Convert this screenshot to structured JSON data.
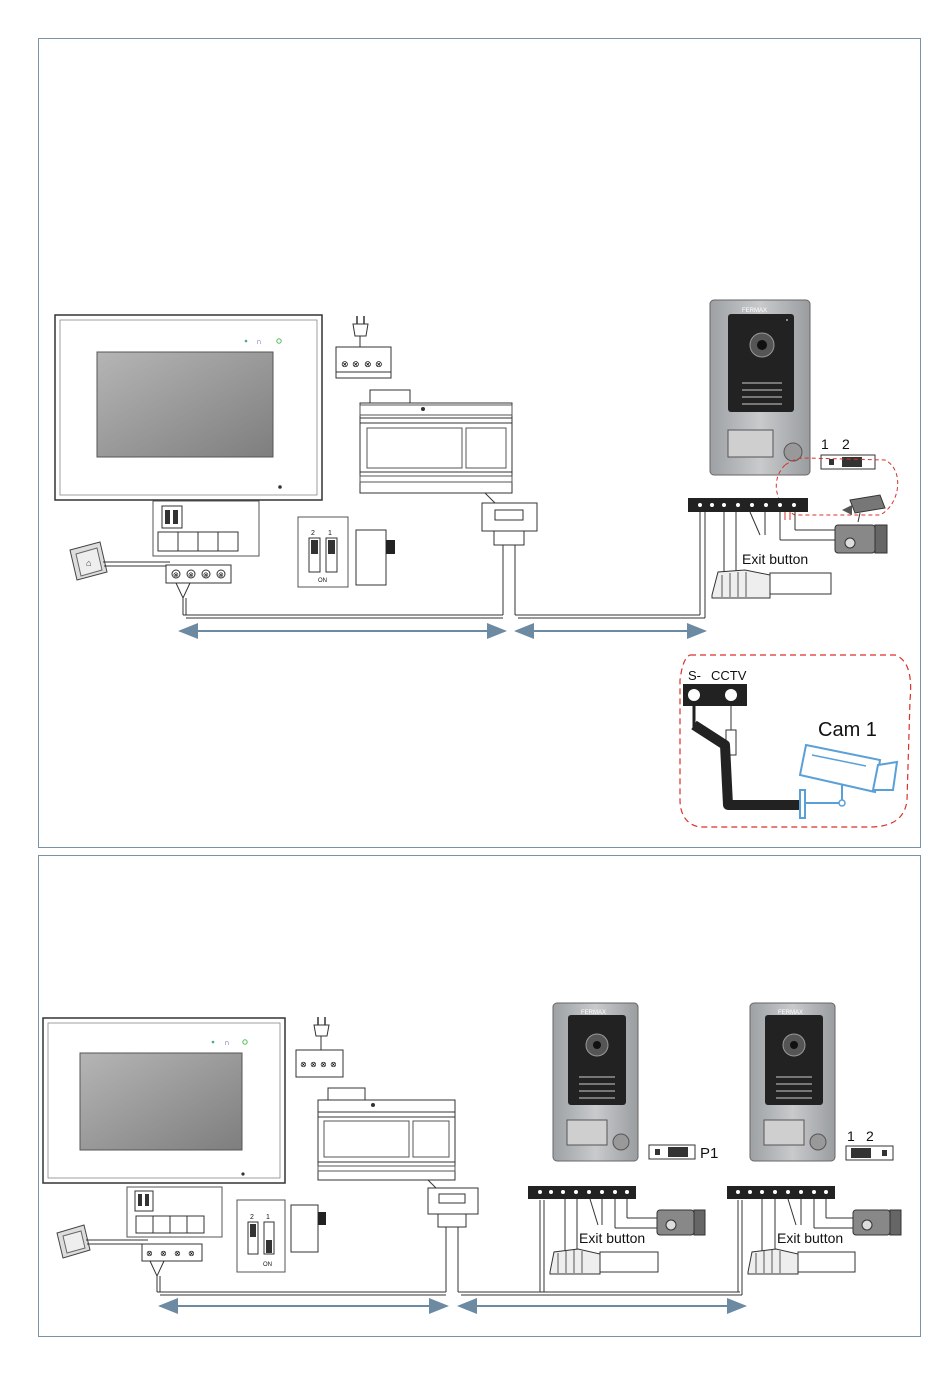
{
  "diagram_top": {
    "switch_numbers": [
      "1",
      "2"
    ],
    "exit_button_label": "Exit button",
    "terminal_labels": [
      "S-",
      "CCTV"
    ],
    "camera_label": "Cam 1",
    "dip_labels": [
      "2",
      "1",
      "ON"
    ],
    "brand_text": "FERMAX"
  },
  "diagram_bottom": {
    "p1_label": "P1",
    "switch_numbers": [
      "1",
      "2"
    ],
    "exit_button_label_1": "Exit button",
    "exit_button_label_2": "Exit button",
    "dip_labels": [
      "2",
      "1",
      "ON"
    ],
    "brand_text": "FERMAX"
  },
  "colors": {
    "frame": "#7a93a8",
    "arrow": "#6d8aa3",
    "wire": "#333333",
    "dashed_red": "#d9322b",
    "camera_blue": "#5aa0d8",
    "panel_gray": "#a9abae",
    "screen_gray": "#8f8f8f"
  }
}
